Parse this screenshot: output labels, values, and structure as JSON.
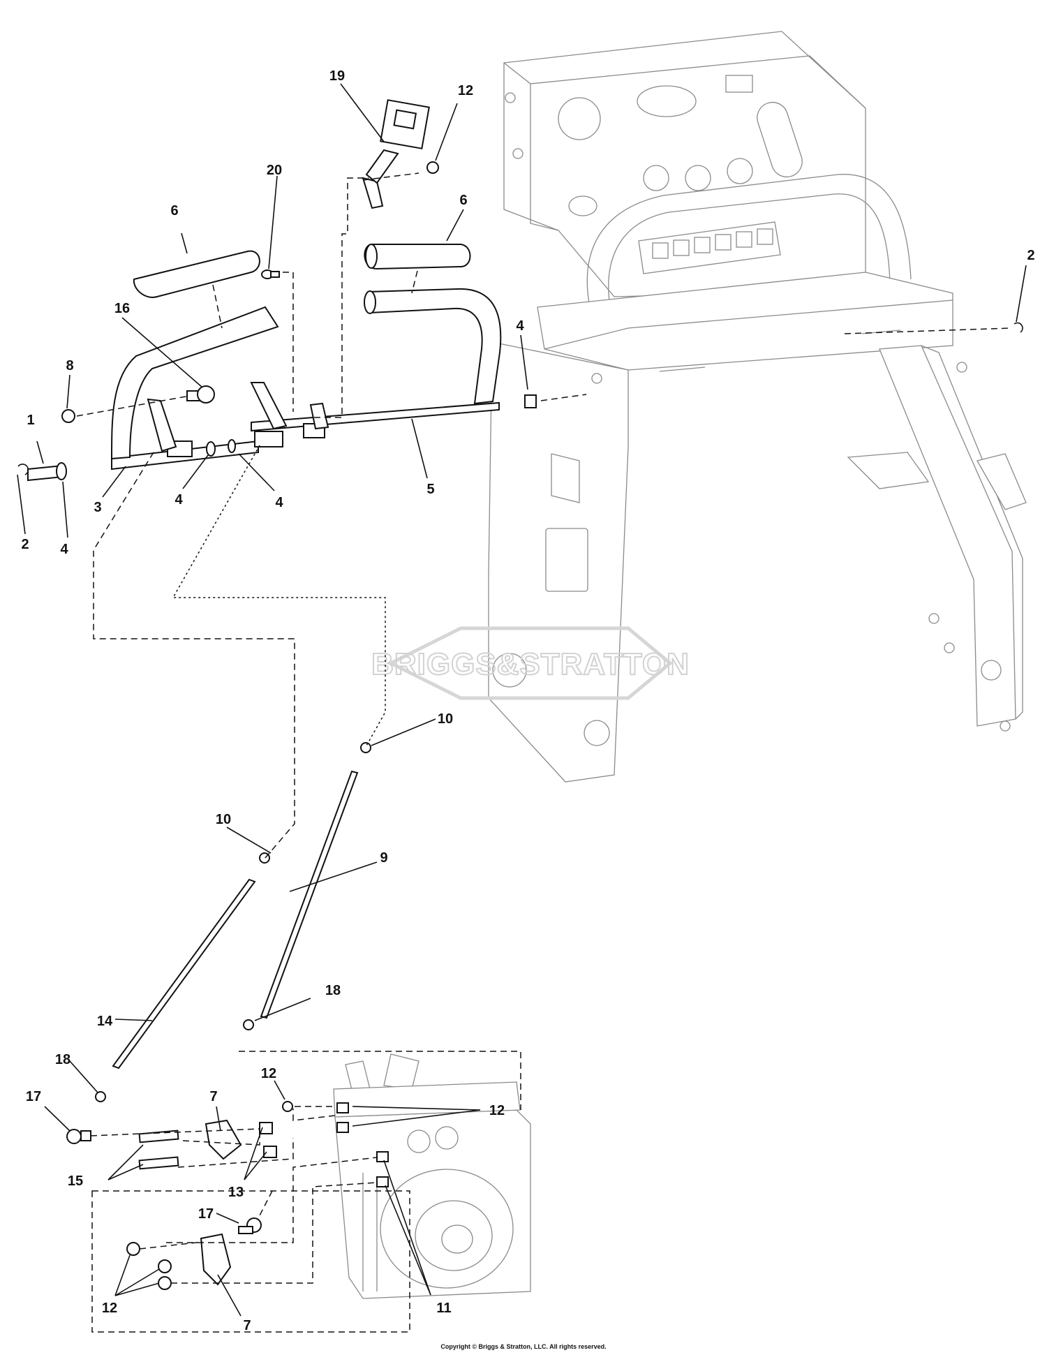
{
  "watermark": {
    "text": "BRIGGS&STRATTON"
  },
  "copyright": "Copyright © Briggs & Stratton, LLC. All rights reserved.",
  "callouts": {
    "c1": "1",
    "c2a": "2",
    "c2b": "2",
    "c3": "3",
    "c4a": "4",
    "c4b": "4",
    "c4c": "4",
    "c4d": "4",
    "c5": "5",
    "c6a": "6",
    "c6b": "6",
    "c7a": "7",
    "c7b": "7",
    "c8": "8",
    "c9": "9",
    "c10a": "10",
    "c10b": "10",
    "c11": "11",
    "c12a": "12",
    "c12b": "12",
    "c12c": "12",
    "c12d": "12",
    "c13": "13",
    "c14": "14",
    "c15": "15",
    "c16": "16",
    "c17a": "17",
    "c17b": "17",
    "c18a": "18",
    "c18b": "18",
    "c19": "19",
    "c20": "20"
  }
}
